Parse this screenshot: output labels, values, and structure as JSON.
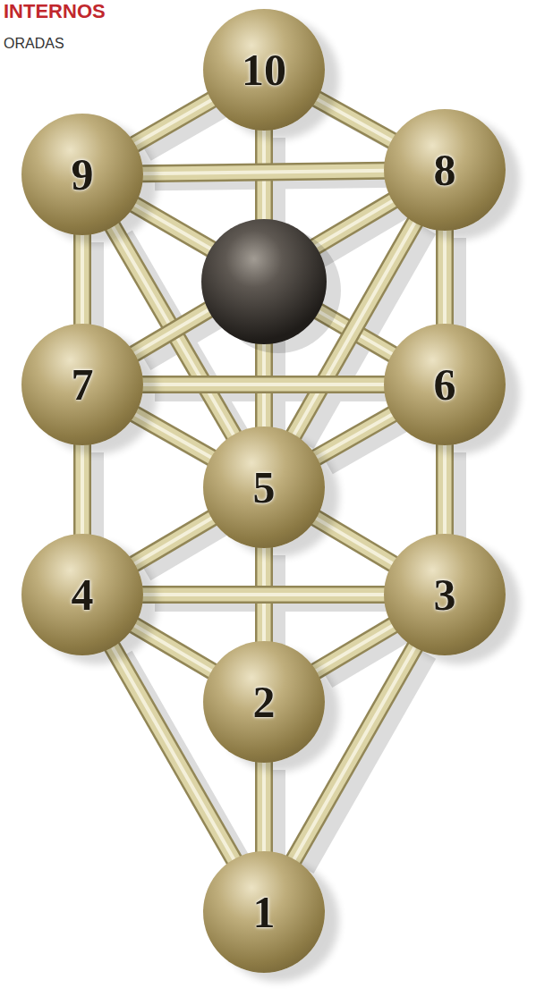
{
  "diagram": {
    "title": "INTERNOS",
    "nodes": [
      {
        "text": [
          "10"
        ]
      },
      {
        "text": [
          "9"
        ]
      },
      {
        "text": [
          "8"
        ]
      },
      {
        "text": [
          "7"
        ]
      },
      {
        "text": [
          "6"
        ]
      },
      {
        "text": [
          "5"
        ]
      },
      {
        "text": [
          "4"
        ]
      },
      {
        "text": [
          "3"
        ]
      },
      {
        "text": [
          "2"
        ]
      },
      {
        "text": [
          "1"
        ]
      }
    ],
    "edges": [
      {
        "from": 0,
        "to": 1,
        "arrow": "none"
      },
      {
        "from": 0,
        "to": 2,
        "arrow": "none"
      },
      {
        "from": 0,
        "to": 5,
        "arrow": "none"
      },
      {
        "from": 1,
        "to": 2,
        "arrow": "none"
      },
      {
        "from": 1,
        "to": 3,
        "arrow": "none"
      },
      {
        "from": 1,
        "to": 5,
        "arrow": "none"
      },
      {
        "from": 1,
        "to": 4,
        "arrow": "none"
      },
      {
        "from": 2,
        "to": 4,
        "arrow": "none"
      },
      {
        "from": 2,
        "to": 5,
        "arrow": "none"
      },
      {
        "from": 2,
        "to": 3,
        "arrow": "none"
      },
      {
        "from": 3,
        "to": 4,
        "arrow": "none"
      },
      {
        "from": 3,
        "to": 5,
        "arrow": "none"
      },
      {
        "from": 3,
        "to": 6,
        "arrow": "none"
      },
      {
        "from": 4,
        "to": 5,
        "arrow": "none"
      },
      {
        "from": 4,
        "to": 7,
        "arrow": "none"
      },
      {
        "from": 5,
        "to": 6,
        "arrow": "none"
      },
      {
        "from": 5,
        "to": 7,
        "arrow": "none"
      },
      {
        "from": 5,
        "to": 8,
        "arrow": "none"
      },
      {
        "from": 6,
        "to": 7,
        "arrow": "none"
      },
      {
        "from": 6,
        "to": 8,
        "arrow": "none"
      },
      {
        "from": 6,
        "to": 9,
        "arrow": "none"
      },
      {
        "from": 7,
        "to": 8,
        "arrow": "none"
      },
      {
        "from": 7,
        "to": 9,
        "arrow": "none"
      },
      {
        "from": 8,
        "to": 9,
        "arrow": "none"
      }
    ],
    "labels": [
      "ORADAS"
    ]
  }
}
